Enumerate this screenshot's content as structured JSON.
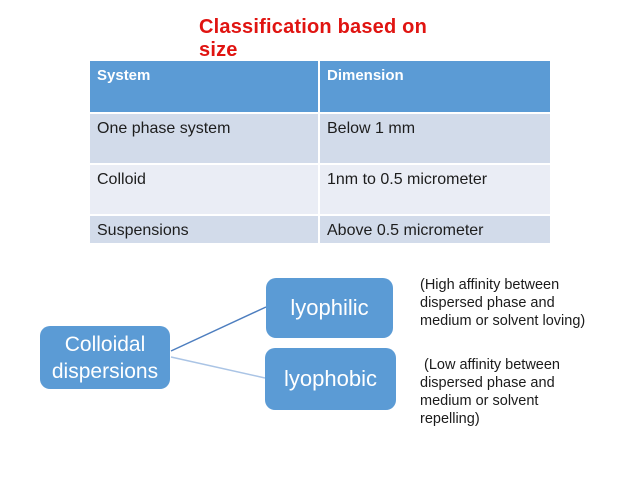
{
  "slide": {
    "title": {
      "line1": "Classification based on",
      "line2": "size",
      "color": "#e01411"
    },
    "table": {
      "headers": [
        "System",
        "Dimension"
      ],
      "rows": [
        [
          "One phase system",
          "Below 1 mm"
        ],
        [
          "Colloid",
          "1nm to 0.5 micrometer"
        ],
        [
          "Suspensions",
          "Above 0.5 micrometer"
        ]
      ],
      "colors": {
        "header_bg": "#5b9bd5",
        "header_text": "#ffffff",
        "band_dark": "#d2dbea",
        "band_light": "#eaedf5"
      }
    },
    "diagram": {
      "box_color": "#5b9bd5",
      "connector_dark": "#4d7ebf",
      "connector_light": "#aac4e5",
      "root": {
        "label_line1": "Colloidal",
        "label_line2": "dispersions"
      },
      "children": [
        {
          "label": "lyophilic",
          "note_lines": [
            "(High affinity between",
            "dispersed phase and",
            "medium or solvent loving)"
          ]
        },
        {
          "label": "lyophobic",
          "note_lines": [
            " (Low affinity between",
            "dispersed phase and",
            "medium or solvent",
            "repelling)"
          ]
        }
      ]
    }
  }
}
